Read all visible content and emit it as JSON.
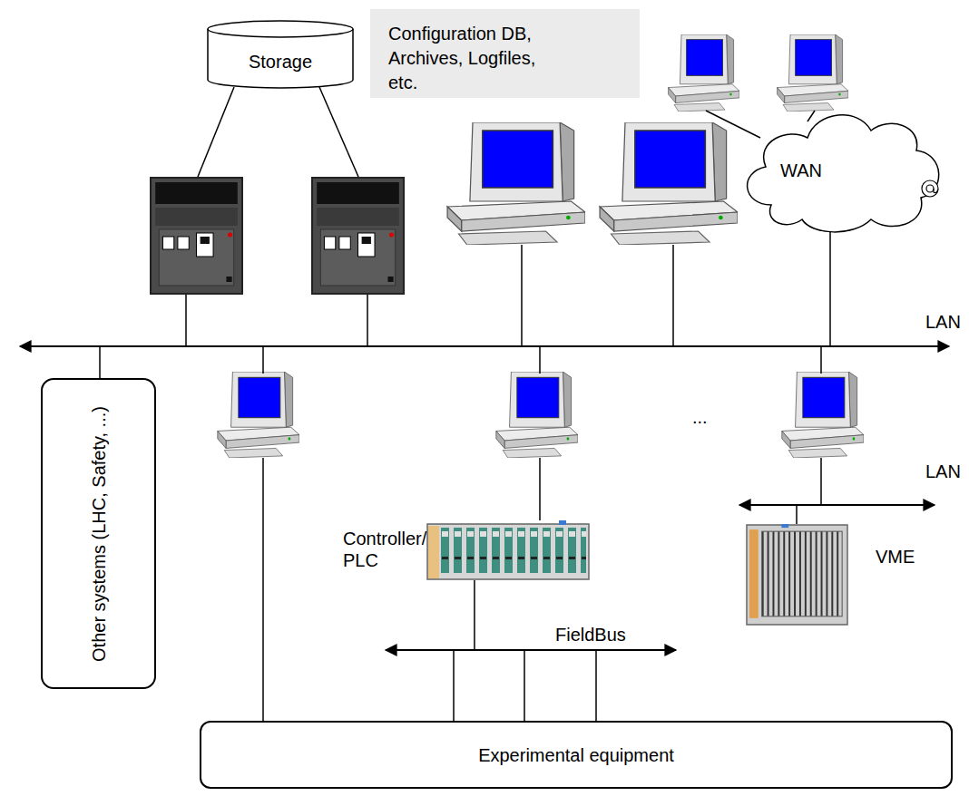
{
  "diagram": {
    "nodes": [
      {
        "text": [
          "Storage"
        ]
      },
      {
        "text": [
          "Configuration DB, Archives, Logfiles, etc."
        ]
      },
      {
        "text": [
          "WAN"
        ]
      },
      {
        "text": [
          "Other systems (LHC, Safety, ...)"
        ]
      },
      {
        "text": [
          "Controller/ PLC"
        ]
      },
      {
        "text": [
          "VME"
        ]
      },
      {
        "text": [
          "Experimental equipment"
        ]
      }
    ],
    "edges": [
      {
        "from": 4,
        "to": 6,
        "arrow": "none"
      }
    ],
    "labels": [
      "LAN",
      "...",
      "LAN",
      "FieldBus"
    ]
  }
}
